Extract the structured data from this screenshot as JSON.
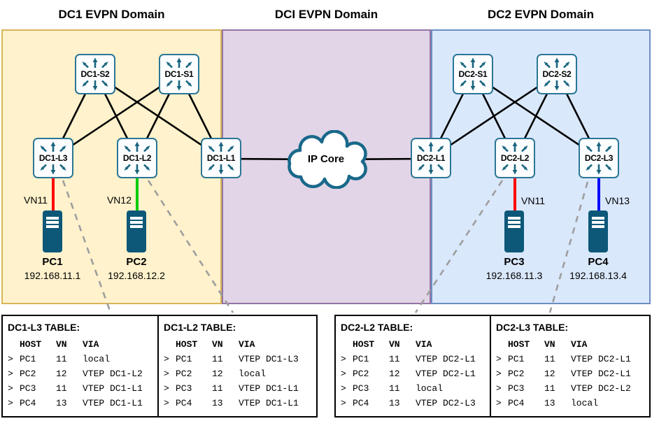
{
  "diagram": {
    "domains": [
      {
        "label": "DC1 EVPN Domain",
        "fill": "#FFF2CC",
        "border": "#D6B656"
      },
      {
        "label": "DCI EVPN Domain",
        "fill": "#E1D5E7",
        "border": "#9673A6"
      },
      {
        "label": "DC2 EVPN Domain",
        "fill": "#DAE8FC",
        "border": "#6C8EBF"
      }
    ],
    "switches": [
      {
        "label": "DC1-S2"
      },
      {
        "label": "DC1-S1"
      },
      {
        "label": "DC1-L3"
      },
      {
        "label": "DC1-L2"
      },
      {
        "label": "DC1-L1"
      },
      {
        "label": "DC2-L1"
      },
      {
        "label": "DC2-L2"
      },
      {
        "label": "DC2-L3"
      },
      {
        "label": "DC2-S1"
      },
      {
        "label": "DC2-S2"
      }
    ],
    "cloud_label": "IP Core",
    "pcs": [
      {
        "label": "PC1",
        "ip": "192.168.11.1",
        "vn": "VN11",
        "link_color": "#FF0000"
      },
      {
        "label": "PC2",
        "ip": "192.168.12.2",
        "vn": "VN12",
        "link_color": "#00CC00"
      },
      {
        "label": "PC3",
        "ip": "192.168.11.3",
        "vn": "VN11",
        "link_color": "#FF0000"
      },
      {
        "label": "PC4",
        "ip": "192.168.13.4",
        "vn": "VN13",
        "link_color": "#0000FF"
      }
    ]
  },
  "tables": [
    {
      "title": "DC1-L3 TABLE:",
      "marker": ">",
      "headers": [
        "HOST",
        "VN",
        "VIA"
      ],
      "rows": [
        {
          "host": "PC1",
          "vn": "11",
          "via": "local"
        },
        {
          "host": "PC2",
          "vn": "12",
          "via": "VTEP DC1-L2"
        },
        {
          "host": "PC3",
          "vn": "11",
          "via": "VTEP DC1-L1"
        },
        {
          "host": "PC4",
          "vn": "13",
          "via": "VTEP DC1-L1"
        }
      ]
    },
    {
      "title": "DC1-L2 TABLE:",
      "marker": ">",
      "headers": [
        "HOST",
        "VN",
        "VIA"
      ],
      "rows": [
        {
          "host": "PC1",
          "vn": "11",
          "via": "VTEP DC1-L3"
        },
        {
          "host": "PC2",
          "vn": "12",
          "via": "local"
        },
        {
          "host": "PC3",
          "vn": "11",
          "via": "VTEP DC1-L1"
        },
        {
          "host": "PC4",
          "vn": "13",
          "via": "VTEP DC1-L1"
        }
      ]
    },
    {
      "title": "DC2-L2 TABLE:",
      "marker": ">",
      "headers": [
        "HOST",
        "VN",
        "VIA"
      ],
      "rows": [
        {
          "host": "PC1",
          "vn": "11",
          "via": "VTEP DC2-L1"
        },
        {
          "host": "PC2",
          "vn": "12",
          "via": "VTEP DC2-L1"
        },
        {
          "host": "PC3",
          "vn": "11",
          "via": "local"
        },
        {
          "host": "PC4",
          "vn": "13",
          "via": "VTEP DC2-L3"
        }
      ]
    },
    {
      "title": "DC2-L3 TABLE:",
      "marker": ">",
      "headers": [
        "HOST",
        "VN",
        "VIA"
      ],
      "rows": [
        {
          "host": "PC1",
          "vn": "11",
          "via": "VTEP DC2-L1"
        },
        {
          "host": "PC2",
          "vn": "12",
          "via": "VTEP DC2-L1"
        },
        {
          "host": "PC3",
          "vn": "11",
          "via": "VTEP DC2-L2"
        },
        {
          "host": "PC4",
          "vn": "13",
          "via": "local"
        }
      ]
    }
  ]
}
